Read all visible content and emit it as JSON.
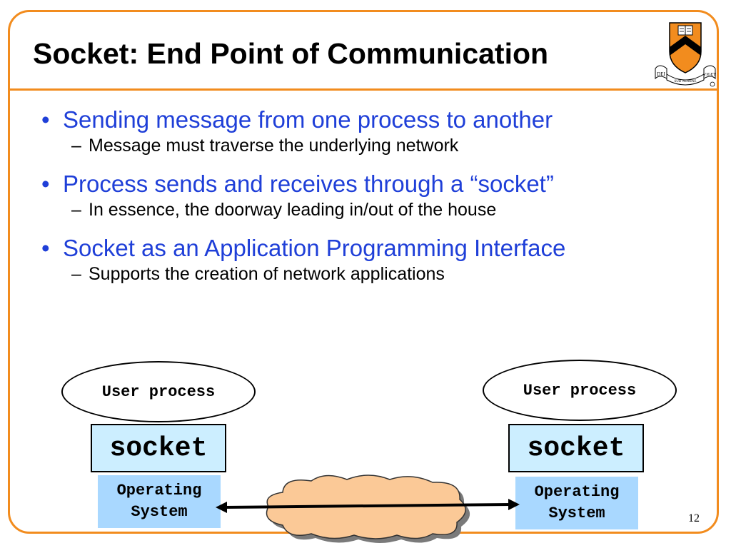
{
  "slide": {
    "title": "Socket: End Point of Communication",
    "page_number": "12",
    "accent_color": "#f28c1e",
    "bullet_color": "#1f3fd8"
  },
  "logo": {
    "icon": "princeton-shield-icon",
    "motto_left": "DEI",
    "motto_mid": "SUB NUMINE",
    "motto_right": "VIGET"
  },
  "bullets": [
    {
      "text": "Sending message from one process to another",
      "sub": "Message must traverse the underlying network"
    },
    {
      "text": "Process sends and receives through a “socket”",
      "sub": "In essence, the doorway leading in/out of the house"
    },
    {
      "text": "Socket as an Application Programming Interface",
      "sub": "Supports the creation of network applications"
    }
  ],
  "diagram": {
    "left": {
      "process_label": "User process",
      "socket_label": "socket",
      "os_line1": "Operating",
      "os_line2": "System"
    },
    "right": {
      "process_label": "User process",
      "socket_label": "socket",
      "os_line1": "Operating",
      "os_line2": "System"
    },
    "cloud_color": "#fbc997",
    "box_color": "#cceeff",
    "os_color": "#a9d8ff"
  }
}
